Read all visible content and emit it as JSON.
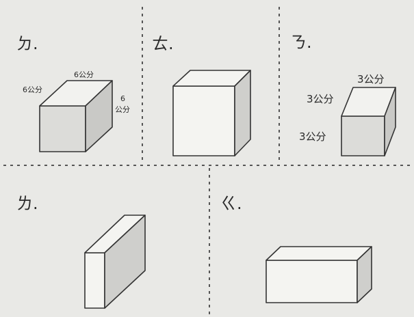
{
  "panels": [
    {
      "label": "ㄉ.",
      "dims": {
        "width": "6公分",
        "depth": "6公分",
        "height_top": "6",
        "height_bottom": "公分"
      }
    },
    {
      "label": "ㄊ."
    },
    {
      "label": "ㄋ.",
      "dims": {
        "width": "3公分",
        "depth": "3公分",
        "height": "3公分"
      }
    },
    {
      "label": "ㄌ."
    },
    {
      "label": "ㄍ."
    }
  ],
  "colors": {
    "background": "#e9e9e6",
    "line": "#3a3a3a",
    "side_shade": "#cfcfcc",
    "front_shade": "#dcdcd9"
  }
}
